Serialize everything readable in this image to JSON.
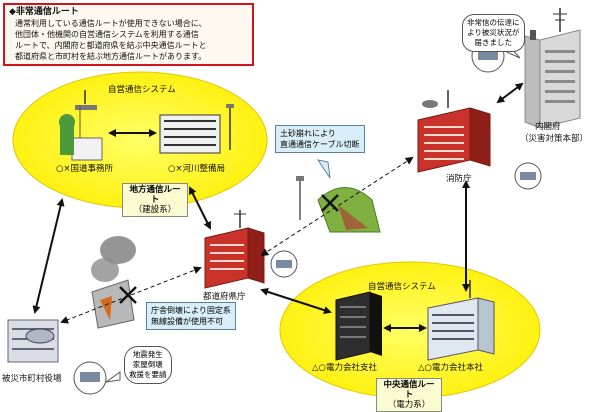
{
  "info": {
    "title": "◆非常通信ルート",
    "lines": [
      "通常利用している通信ルートが使用できない場合に、",
      "他団体・他機関の自営通信システムを利用する通信",
      "ルートで、内閣府と都道府県を結ぶ中央通信ルートと",
      "都道府県と市町村を結ぶ地方通信ルートがあります。"
    ]
  },
  "regions": {
    "local": {
      "system": "自営通信システム",
      "left_office": "○×国道事務所",
      "right_office": "○×河川整備局"
    },
    "central": {
      "system": "自営通信システム",
      "left_office": "△○電力会社支社",
      "right_office": "△○電力会社本社"
    }
  },
  "routes": {
    "local": {
      "main": "地方通信ルート",
      "sub": "（建設系）"
    },
    "central": {
      "main": "中央通信ルート",
      "sub": "（電力系）"
    }
  },
  "nodes": {
    "cabinet": {
      "name": "内閣府",
      "sub": "（災害対策本部）"
    },
    "fdma": {
      "name": "消防庁"
    },
    "prefecture": {
      "name": "都道府県庁"
    },
    "municipality": {
      "name": "被災市町村役場"
    }
  },
  "callouts": {
    "landslide": [
      "土砂崩れにより",
      "直通通信ケーブル切断"
    ],
    "collapse": [
      "庁舎倒壊により固定系",
      "無線設備が使用不可"
    ]
  },
  "bubbles": {
    "cabinet": [
      "非常信の伝達に",
      "より被災状況が",
      "届きました"
    ],
    "municipality": [
      "地震発生",
      "家屋倒壊",
      "救援を要請"
    ]
  },
  "colors": {
    "info_border": "#d2141e",
    "region_fill": "#ffff00",
    "route_tag": "#fbfbd2",
    "building_red": "#c8322a",
    "callout_blue": "#d8eef8",
    "arrow": "#111111"
  }
}
